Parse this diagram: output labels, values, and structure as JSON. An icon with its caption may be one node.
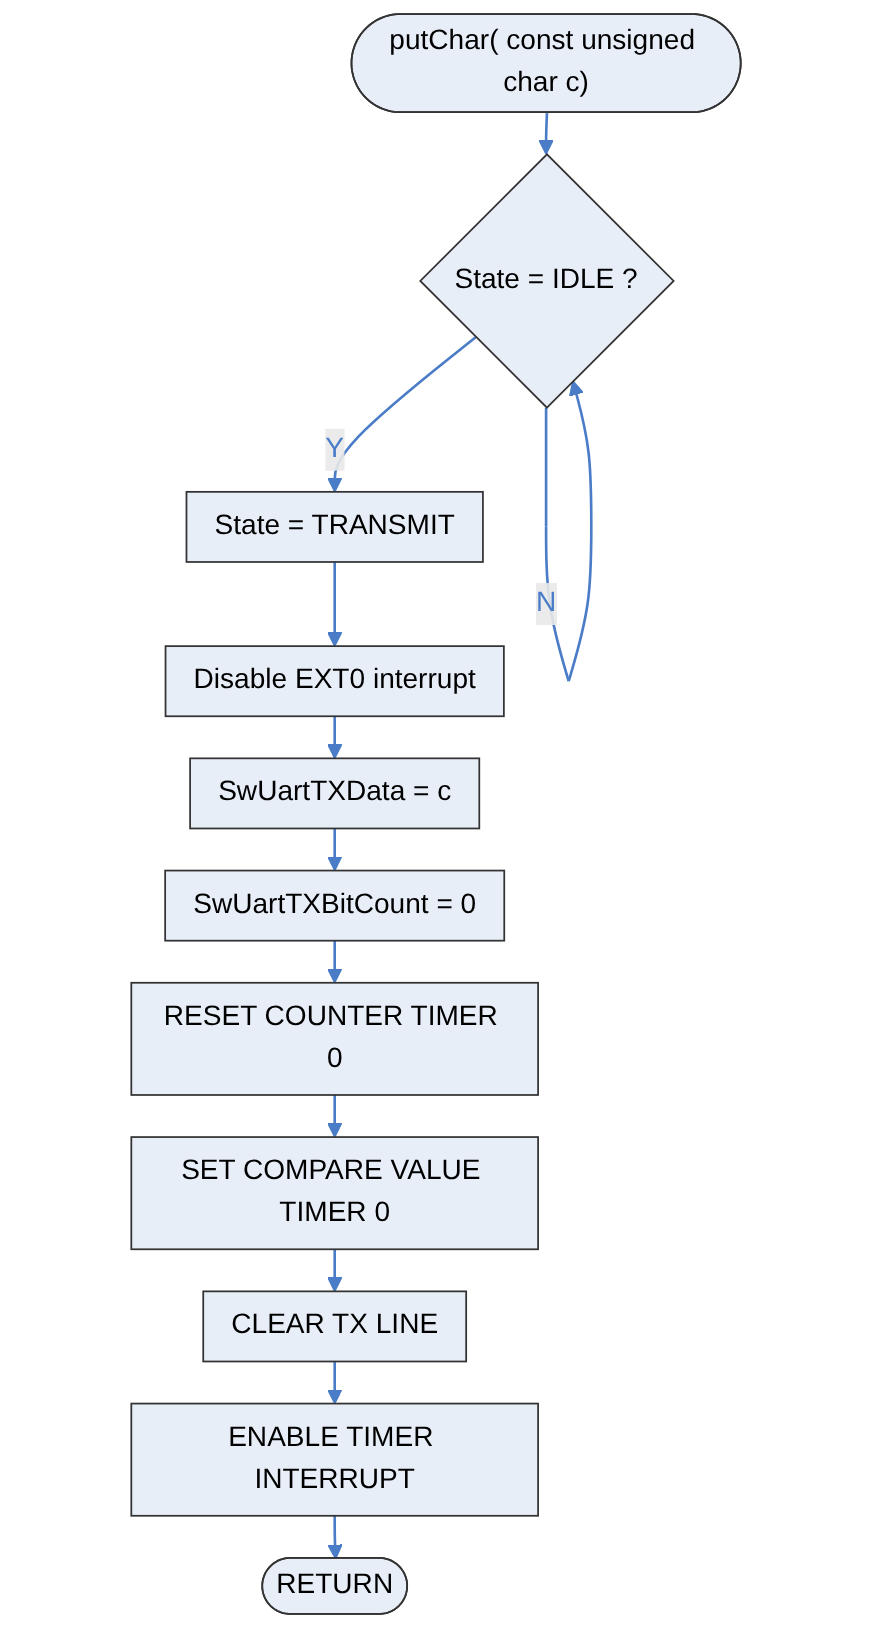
{
  "diagram": {
    "nodes": [
      {
        "text": [
          "putChar( const unsigned char c)"
        ]
      },
      {
        "text": [
          "State = IDLE ?"
        ]
      },
      {
        "text": [
          "State = TRANSMIT"
        ]
      },
      {
        "text": [
          "Disable EXT0 interrupt"
        ]
      },
      {
        "text": [
          "SwUartTXData = c"
        ]
      },
      {
        "text": [
          "SwUartTXBitCount = 0"
        ]
      },
      {
        "text": [
          "RESET COUNTER TIMER 0"
        ]
      },
      {
        "text": [
          "SET COMPARE VALUE TIMER 0"
        ]
      },
      {
        "text": [
          "CLEAR TX LINE"
        ]
      },
      {
        "text": [
          "ENABLE TIMER INTERRUPT"
        ]
      },
      {
        "text": [
          "RETURN"
        ]
      }
    ],
    "edges": [
      {
        "from": 0,
        "to": 1,
        "arrow": "to"
      },
      {
        "from": 1,
        "to": 1,
        "arrow": "to",
        "label": "N"
      },
      {
        "from": 1,
        "to": 2,
        "arrow": "to",
        "label": "Y"
      },
      {
        "from": 2,
        "to": 3,
        "arrow": "to"
      },
      {
        "from": 3,
        "to": 4,
        "arrow": "to"
      },
      {
        "from": 4,
        "to": 5,
        "arrow": "to"
      },
      {
        "from": 5,
        "to": 6,
        "arrow": "to"
      },
      {
        "from": 6,
        "to": 7,
        "arrow": "to"
      },
      {
        "from": 7,
        "to": 8,
        "arrow": "to"
      },
      {
        "from": 8,
        "to": 9,
        "arrow": "to"
      },
      {
        "from": 9,
        "to": 10,
        "arrow": "to"
      }
    ]
  }
}
